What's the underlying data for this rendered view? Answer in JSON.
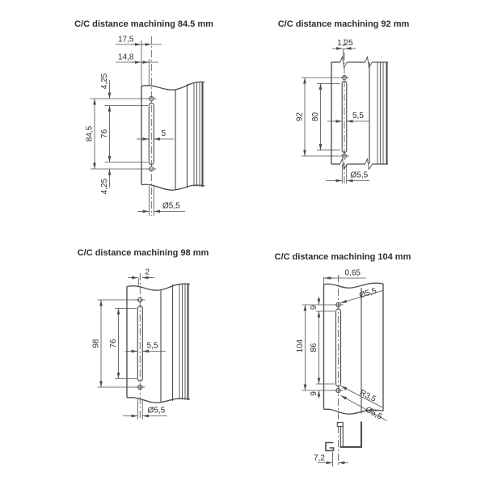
{
  "colors": {
    "line": "#4a4f54",
    "text": "#2b2e30",
    "bg": "#ffffff"
  },
  "diagrams": [
    {
      "title": "C/C distance machining 84.5 mm",
      "dims": {
        "top_offset": "17,5",
        "top_offset2": "14,8",
        "edge_top": "4,25",
        "cc": "84,5",
        "slot_length": "76",
        "slot_width": "5",
        "edge_bottom": "4,25",
        "hole_dia": "Ø5,5"
      }
    },
    {
      "title": "C/C distance machining 92 mm",
      "dims": {
        "top_offset": "1,25",
        "cc": "92",
        "slot_length": "80",
        "slot_width": "5,5",
        "hole_dia": "Ø5,5"
      }
    },
    {
      "title": "C/C distance machining 98 mm",
      "dims": {
        "top_offset": "2",
        "cc": "98",
        "slot_length": "76",
        "slot_width": "5,5",
        "hole_dia": "Ø5,5"
      }
    },
    {
      "title": "C/C distance machining 104 mm",
      "dims": {
        "top_offset": "0,65",
        "hole_dia_top": "Ø5,5",
        "edge_top": "9",
        "cc": "104",
        "slot_length": "86",
        "edge_bottom": "9",
        "slot_radius": "R3,5",
        "hole_dia_bottom": "Ø5,5",
        "section_width": "7,2"
      }
    }
  ]
}
